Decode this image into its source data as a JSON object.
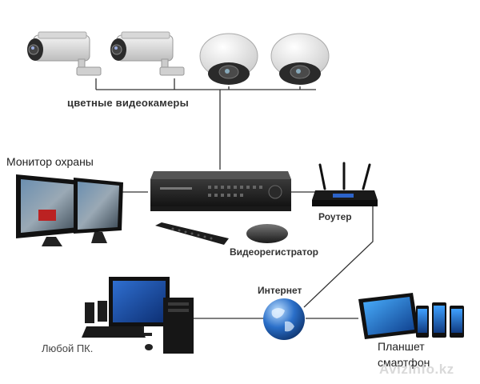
{
  "labels": {
    "cameras": "цветные  видеокамеры",
    "monitor": "Монитор охраны",
    "router": "Роутер",
    "dvr": "Видеорегистратор",
    "internet": "Интернет",
    "pc": "Любой ПК.",
    "tablet_line1": "Планшет",
    "tablet_line2": "смартфон"
  },
  "watermark": "AvizInfo.kz",
  "icons": [
    "bullet-camera-icon",
    "dome-camera-icon",
    "dvr-icon",
    "remote-icon",
    "mouse-icon",
    "router-icon",
    "monitor-icon",
    "globe-icon",
    "desktop-pc-icon",
    "tablet-icon",
    "smartphone-icon"
  ],
  "colors": {
    "wire": "#333333",
    "globe": "#2a6fc9",
    "screen": "#1d3f73"
  }
}
